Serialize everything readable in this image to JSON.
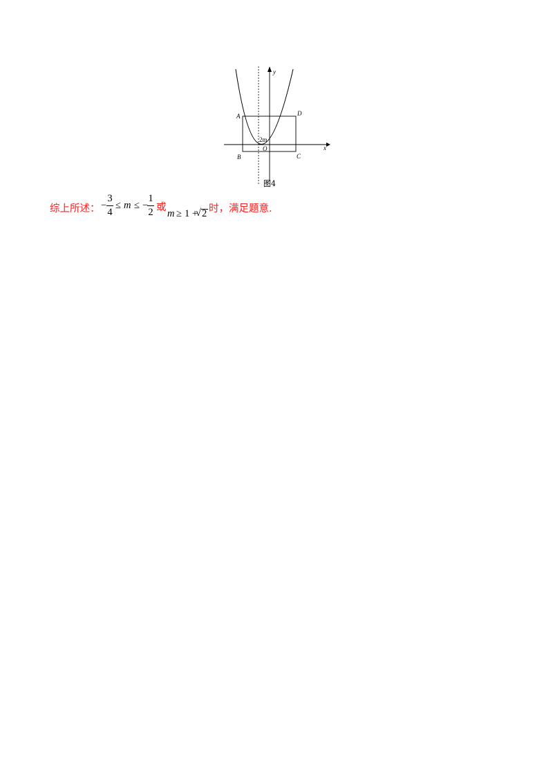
{
  "figure": {
    "labels": {
      "y": "y",
      "x": "x",
      "a": "A",
      "b": "B",
      "c": "C",
      "d": "D",
      "o": "O",
      "twom": "2m"
    },
    "caption": "图4"
  },
  "summary": {
    "lead": "综上所述：",
    "minus1": "−",
    "frac1_num": "3",
    "frac1_den": "4",
    "leq1": "≤",
    "m1": "m",
    "leq2": "≤",
    "minus2": "−",
    "frac2_num": "1",
    "frac2_den": "2",
    "or": "或",
    "m2": "m",
    "geq": "≥",
    "one_plus": "1 +",
    "sqrt_sign": "√",
    "sqrt_arg": "2",
    "tail": "时，满足题意."
  }
}
